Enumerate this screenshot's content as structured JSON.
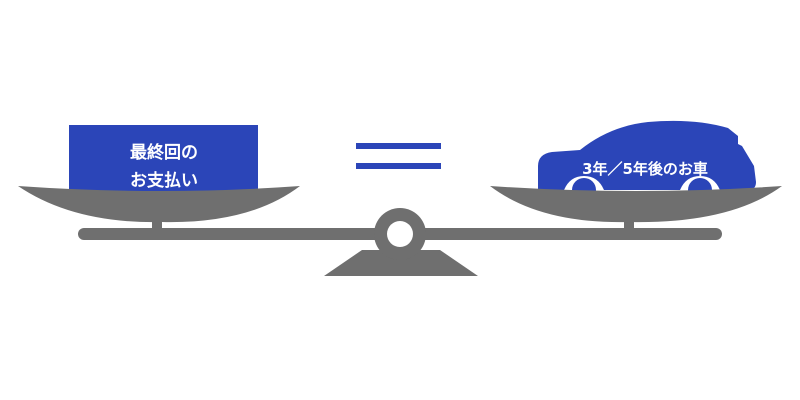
{
  "colors": {
    "accent_blue": "#2b45b8",
    "scale_gray": "#6f6f6f",
    "background": "#ffffff",
    "text_on_blue": "#ffffff"
  },
  "left_pan": {
    "line1": "最終回の",
    "line2": "お支払い"
  },
  "right_pan": {
    "label": "3年／5年後のお車"
  },
  "icons": {
    "equals": "equals-icon",
    "car": "car-icon",
    "scale": "balance-scale-icon"
  }
}
